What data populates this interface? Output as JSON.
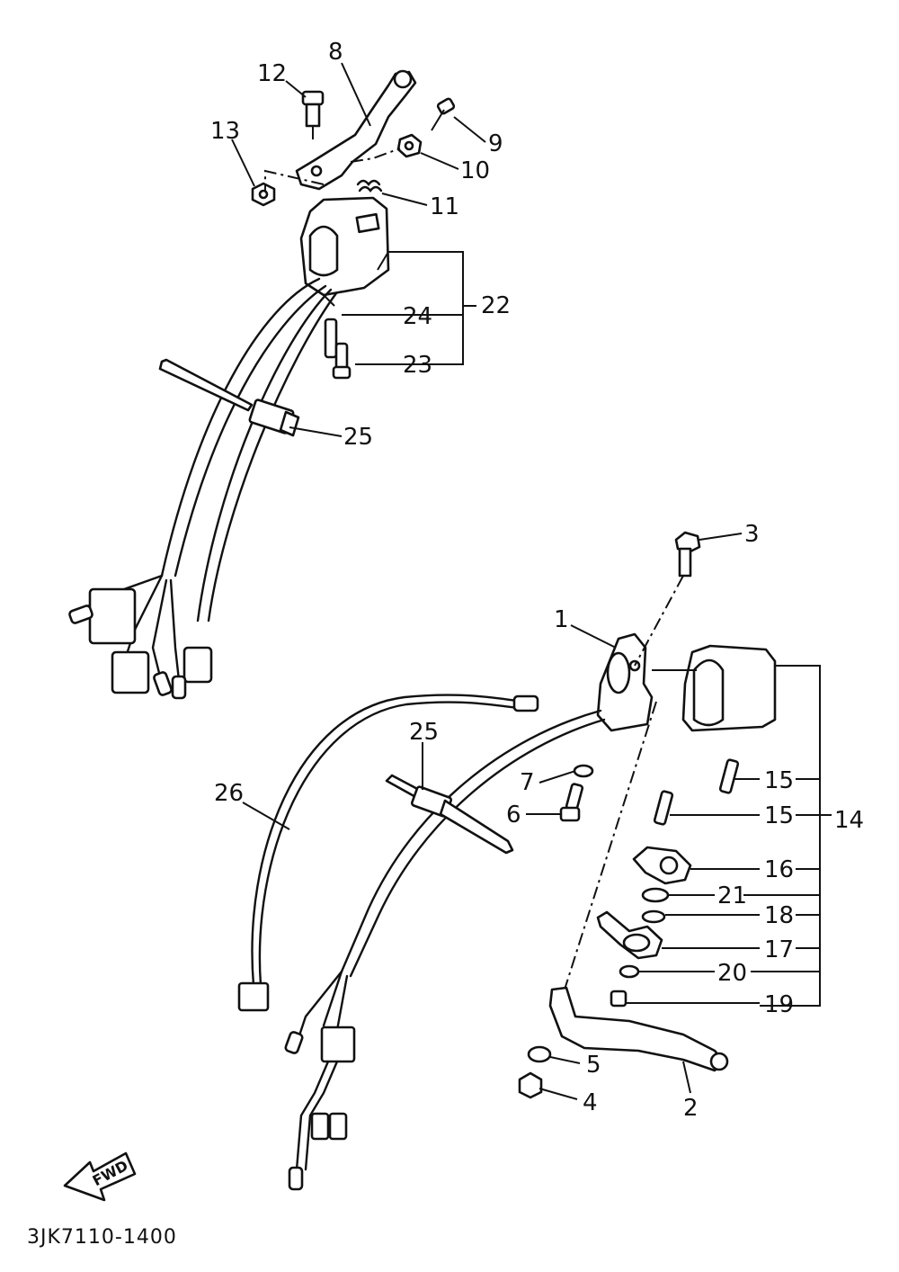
{
  "diagram_code": "3JK7110-1400",
  "direction_label": "FWD",
  "callouts": {
    "c1": "1",
    "c2": "2",
    "c3": "3",
    "c4": "4",
    "c5": "5",
    "c6": "6",
    "c7": "7",
    "c8": "8",
    "c9": "9",
    "c10": "10",
    "c11": "11",
    "c12": "12",
    "c13": "13",
    "c14": "14",
    "c15a": "15",
    "c15b": "15",
    "c16": "16",
    "c17": "17",
    "c18": "18",
    "c19": "19",
    "c20": "20",
    "c21": "21",
    "c22": "22",
    "c23": "23",
    "c24": "24",
    "c25a": "25",
    "c25b": "25",
    "c26": "26"
  }
}
